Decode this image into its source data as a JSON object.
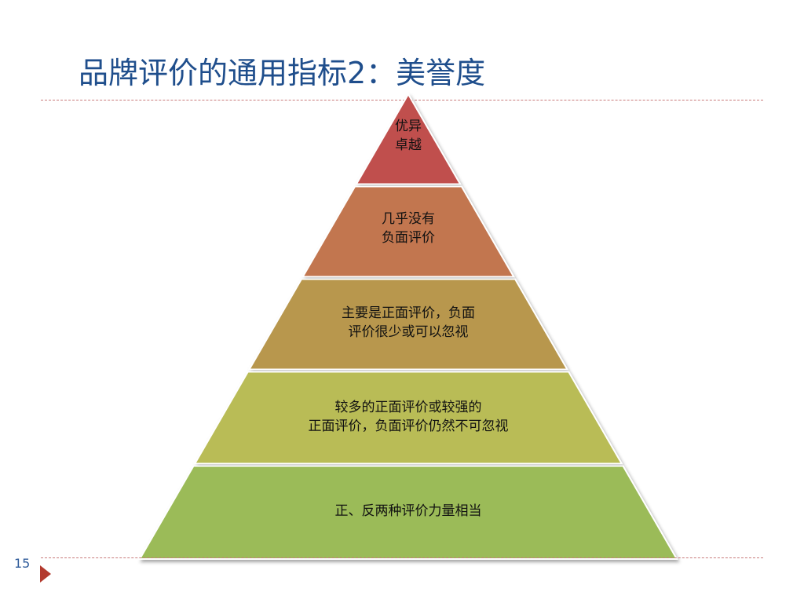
{
  "slide": {
    "title": "品牌评价的通用指标2：美誉度",
    "page_number": "15"
  },
  "pyramid": {
    "levels": [
      {
        "text": "优异\n卓越",
        "color": "#c0504d"
      },
      {
        "text": "几乎没有\n负面评价",
        "color": "#c27650"
      },
      {
        "text": "主要是正面评价，负面\n评价很少或可以忽视",
        "color": "#b8974e"
      },
      {
        "text": "较多的正面评价或较强的\n正面评价，负面评价仍然不可忽视",
        "color": "#b9bc56"
      },
      {
        "text": "正、反两种评价力量相当",
        "color": "#9bbb59"
      }
    ]
  }
}
